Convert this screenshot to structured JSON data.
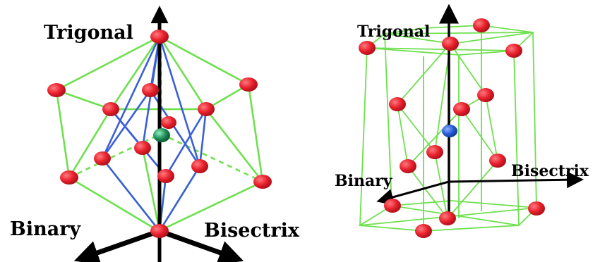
{
  "left_panel": {
    "labels": {
      "trigonal": "Trigonal",
      "binary": "Binary",
      "bisectrix": "Bisectrix"
    }
  },
  "right_panel": {
    "labels": {
      "trigonal": "Trigonal",
      "binary": "Binary",
      "bisectrix": "Bisectrix"
    }
  },
  "colors": {
    "atom": "#e8202c",
    "center_atom_left": "#1f8f5a",
    "center_atom_right": "#2a5bd7",
    "bond_green": "#6ee04e",
    "bond_blue": "#3a5fd6",
    "axis": "#000000"
  }
}
